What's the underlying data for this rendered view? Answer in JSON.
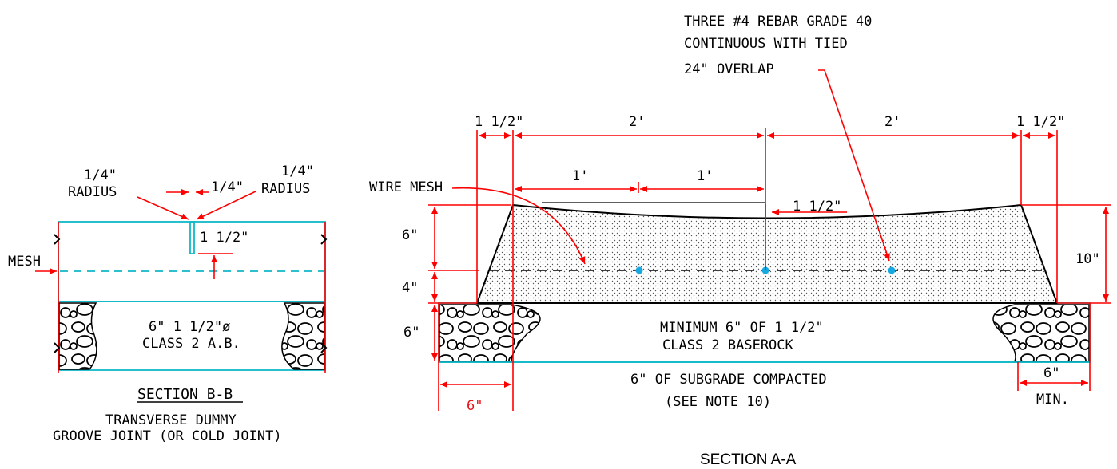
{
  "section_bb": {
    "radius_left": [
      "1/4\"",
      "RADIUS"
    ],
    "radius_right": [
      "1/4\"",
      "RADIUS"
    ],
    "groove_width": "1/4\"",
    "groove_depth": "1 1/2\"",
    "mesh_label": "MESH",
    "base_text": [
      "6\" 1 1/2\"ø",
      "CLASS 2 A.B."
    ],
    "title": "SECTION B-B",
    "caption": [
      "TRANSVERSE DUMMY",
      "GROOVE  JOINT (OR COLD JOINT)"
    ]
  },
  "section_aa": {
    "rebar_note": [
      "THREE #4 REBAR GRADE 40",
      "CONTINUOUS WITH TIED",
      "24\" OVERLAP"
    ],
    "dim_left_edge": "1 1/2\"",
    "dim_right_edge": "1 1/2\"",
    "dim_two_ft_left": "2'",
    "dim_two_ft_right": "2'",
    "dim_one_ft_a": "1'",
    "dim_one_ft_b": "1'",
    "dim_crown_drop": "1 1/2\"",
    "wire_mesh_label": "WIRE MESH",
    "dim_six_in": "6\"",
    "dim_four_in": "4\"",
    "dim_base_six_in": "6\"",
    "dim_ten_in": "10\"",
    "baserock_text": [
      "MINIMUM 6\"  OF  1 1/2\"",
      "CLASS 2 BASEROCK"
    ],
    "subgrade_text": [
      "6\" OF SUBGRADE COMPACTED",
      "(SEE NOTE 10)"
    ],
    "dim_six_in_red": "6\"",
    "dim_min_six": "6\"",
    "min_label": "MIN.",
    "title": "SECTION A-A"
  },
  "colors": {
    "dimension": "#ff0000",
    "outline": "#10b8c8",
    "rebar": "#18a8e0",
    "text": "#000000"
  }
}
